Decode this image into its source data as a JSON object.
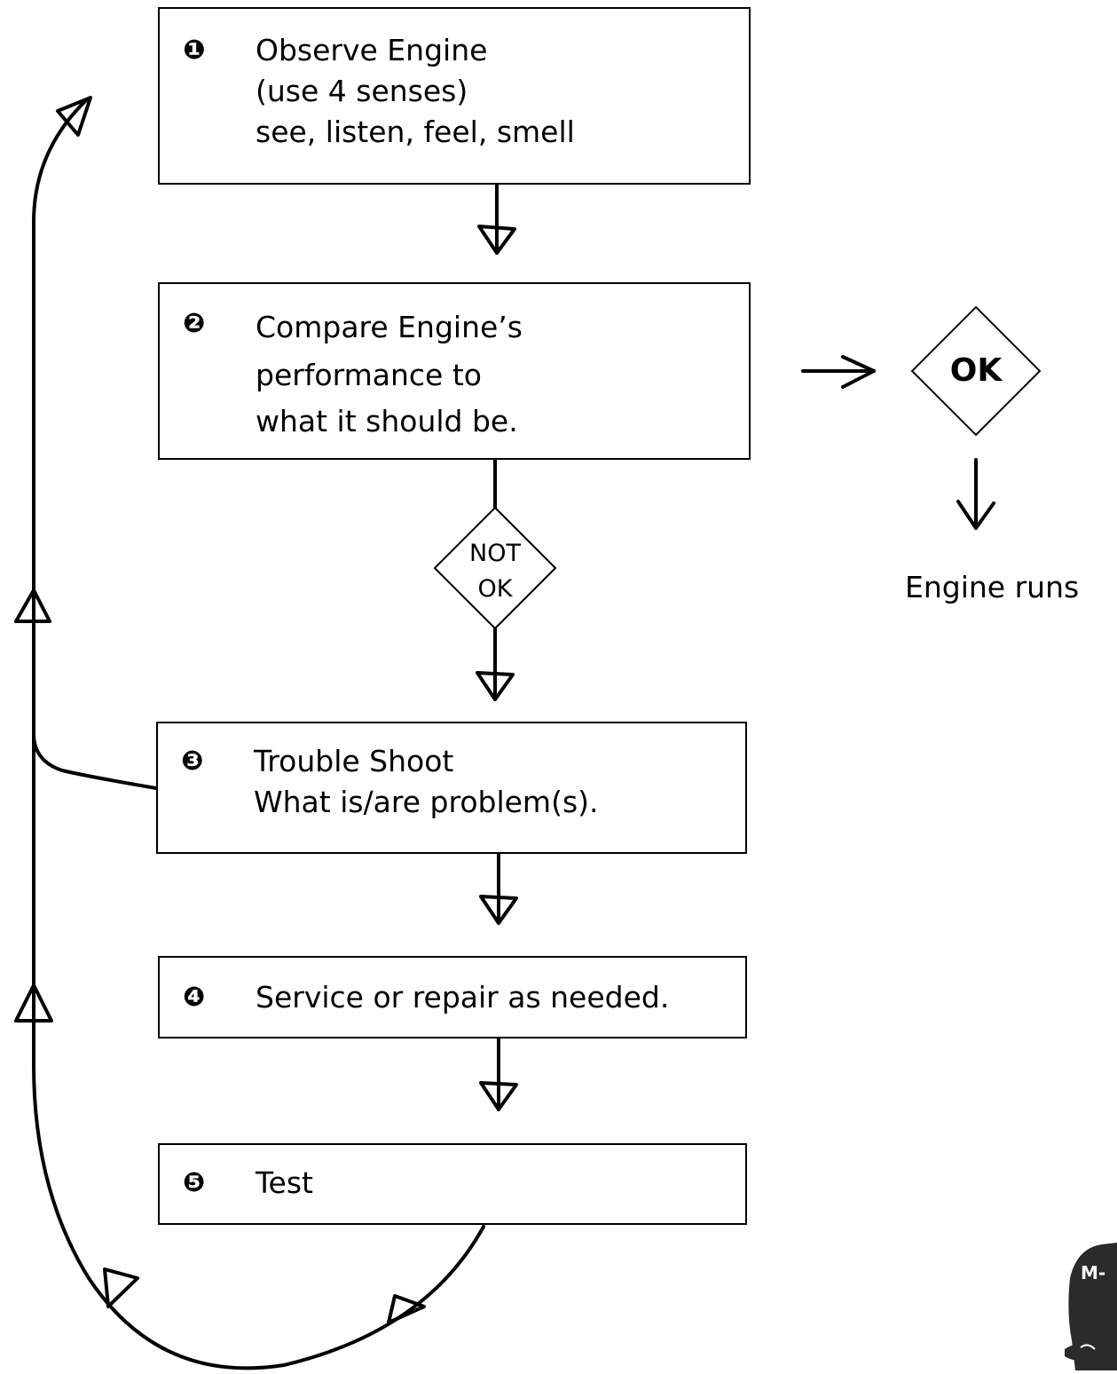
{
  "steps": [
    {
      "number": "❶",
      "lines": [
        "Observe Engine",
        "(use 4 senses)",
        "see, listen, feel, smell"
      ]
    },
    {
      "number": "❷",
      "lines": [
        "Compare Engine’s",
        "performance to",
        "what it should be."
      ]
    },
    {
      "number": "❸",
      "lines": [
        "Trouble Shoot",
        "What is/are problem(s)."
      ]
    },
    {
      "number": "❹",
      "lines": [
        "Service or repair as needed."
      ]
    },
    {
      "number": "❺",
      "lines": [
        "Test"
      ]
    }
  ],
  "decisions": {
    "ok": "OK",
    "not_ok_line1": "NOT",
    "not_ok_line2": "OK"
  },
  "outcome": "Engine runs",
  "mascot_text": "M-",
  "colors": {
    "line": "#000000",
    "background": "#ffffff",
    "mascot": "#2b2b2b"
  }
}
